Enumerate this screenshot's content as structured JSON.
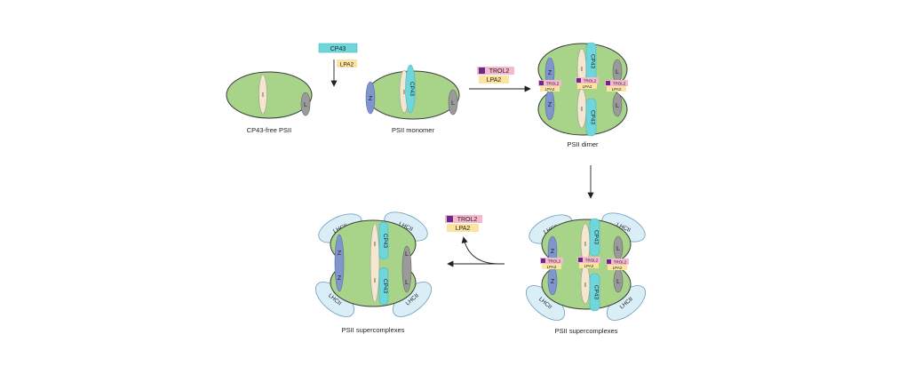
{
  "colors": {
    "body_green": "#a8d48a",
    "body_stroke": "#3a3a3a",
    "subunit_I": "#f5e6cf",
    "subunit_Z": "#7f95cc",
    "subunit_L": "#9a9a9a",
    "cp43": "#6fd6dc",
    "lpa2": "#fbe3a0",
    "trol2": "#f6b8cf",
    "trol2_marker": "#6a2a8c",
    "lhcii": "#d9eef7",
    "arrow": "#222222"
  },
  "labels": {
    "cp43": "CP43",
    "lpa2": "LPA2",
    "trol2": "TROL2",
    "subunit_I": "I",
    "subunit_Z": "Z",
    "subunit_L": "L",
    "lhcii": "LHCII"
  },
  "stages": {
    "cp43_free": "CP43-free PSII",
    "monomer": "PSII monomer",
    "dimer": "PSII dimer",
    "supercomplex_with": "PSII supercomplexes",
    "supercomplex_final": "PSII supercomplexes"
  }
}
